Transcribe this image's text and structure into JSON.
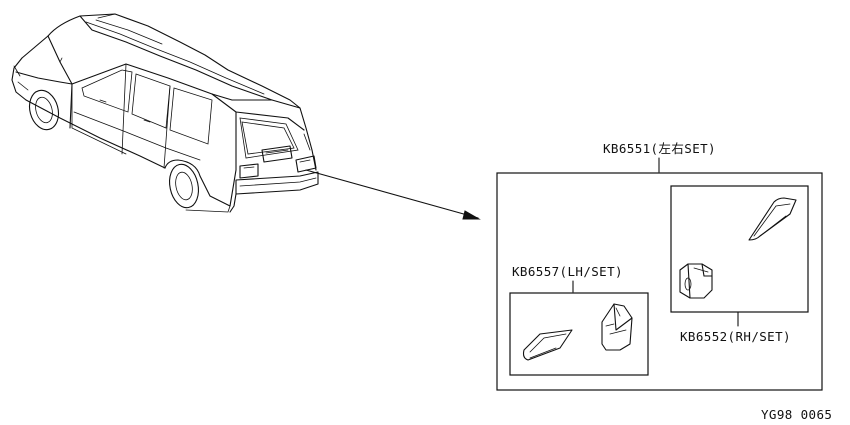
{
  "labels": {
    "set_main": "KB6551(左右SET)",
    "set_lh": "KB6557(LH/SET)",
    "set_rh": "KB6552(RH/SET)",
    "figure_code": "YG98 0065"
  },
  "colors": {
    "line": "#111111",
    "background": "#ffffff"
  }
}
